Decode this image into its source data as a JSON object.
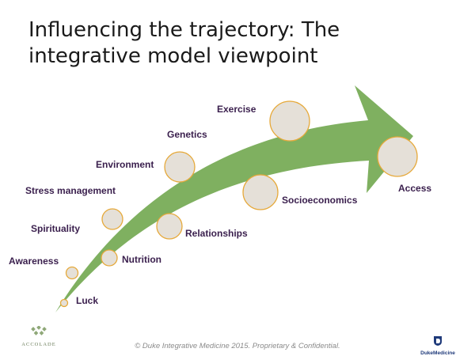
{
  "slide": {
    "title_line1": "Influencing the trajectory: The",
    "title_line2": "integrative model viewpoint",
    "footer": "© Duke Integrative Medicine 2015. Proprietary & Confidential."
  },
  "logos": {
    "left": {
      "name": "accolade-logo",
      "text": "ACCOLADE"
    },
    "right": {
      "name": "duke-medicine-logo",
      "text": "DukeMedicine"
    }
  },
  "colors": {
    "arrow": "#7fb060",
    "circle_fill": "#e5e0d8",
    "circle_stroke": "#e6a93a",
    "label": "#3a1f4d"
  },
  "factors": [
    {
      "id": "luck",
      "label": "Luck"
    },
    {
      "id": "awareness",
      "label": "Awareness"
    },
    {
      "id": "nutrition",
      "label": "Nutrition"
    },
    {
      "id": "spirituality",
      "label": "Spirituality"
    },
    {
      "id": "relationships",
      "label": "Relationships"
    },
    {
      "id": "stress-management",
      "label": "Stress management"
    },
    {
      "id": "environment",
      "label": "Environment"
    },
    {
      "id": "socioeconomics",
      "label": "Socioeconomics"
    },
    {
      "id": "genetics",
      "label": "Genetics"
    },
    {
      "id": "exercise",
      "label": "Exercise"
    },
    {
      "id": "access",
      "label": "Access"
    }
  ]
}
